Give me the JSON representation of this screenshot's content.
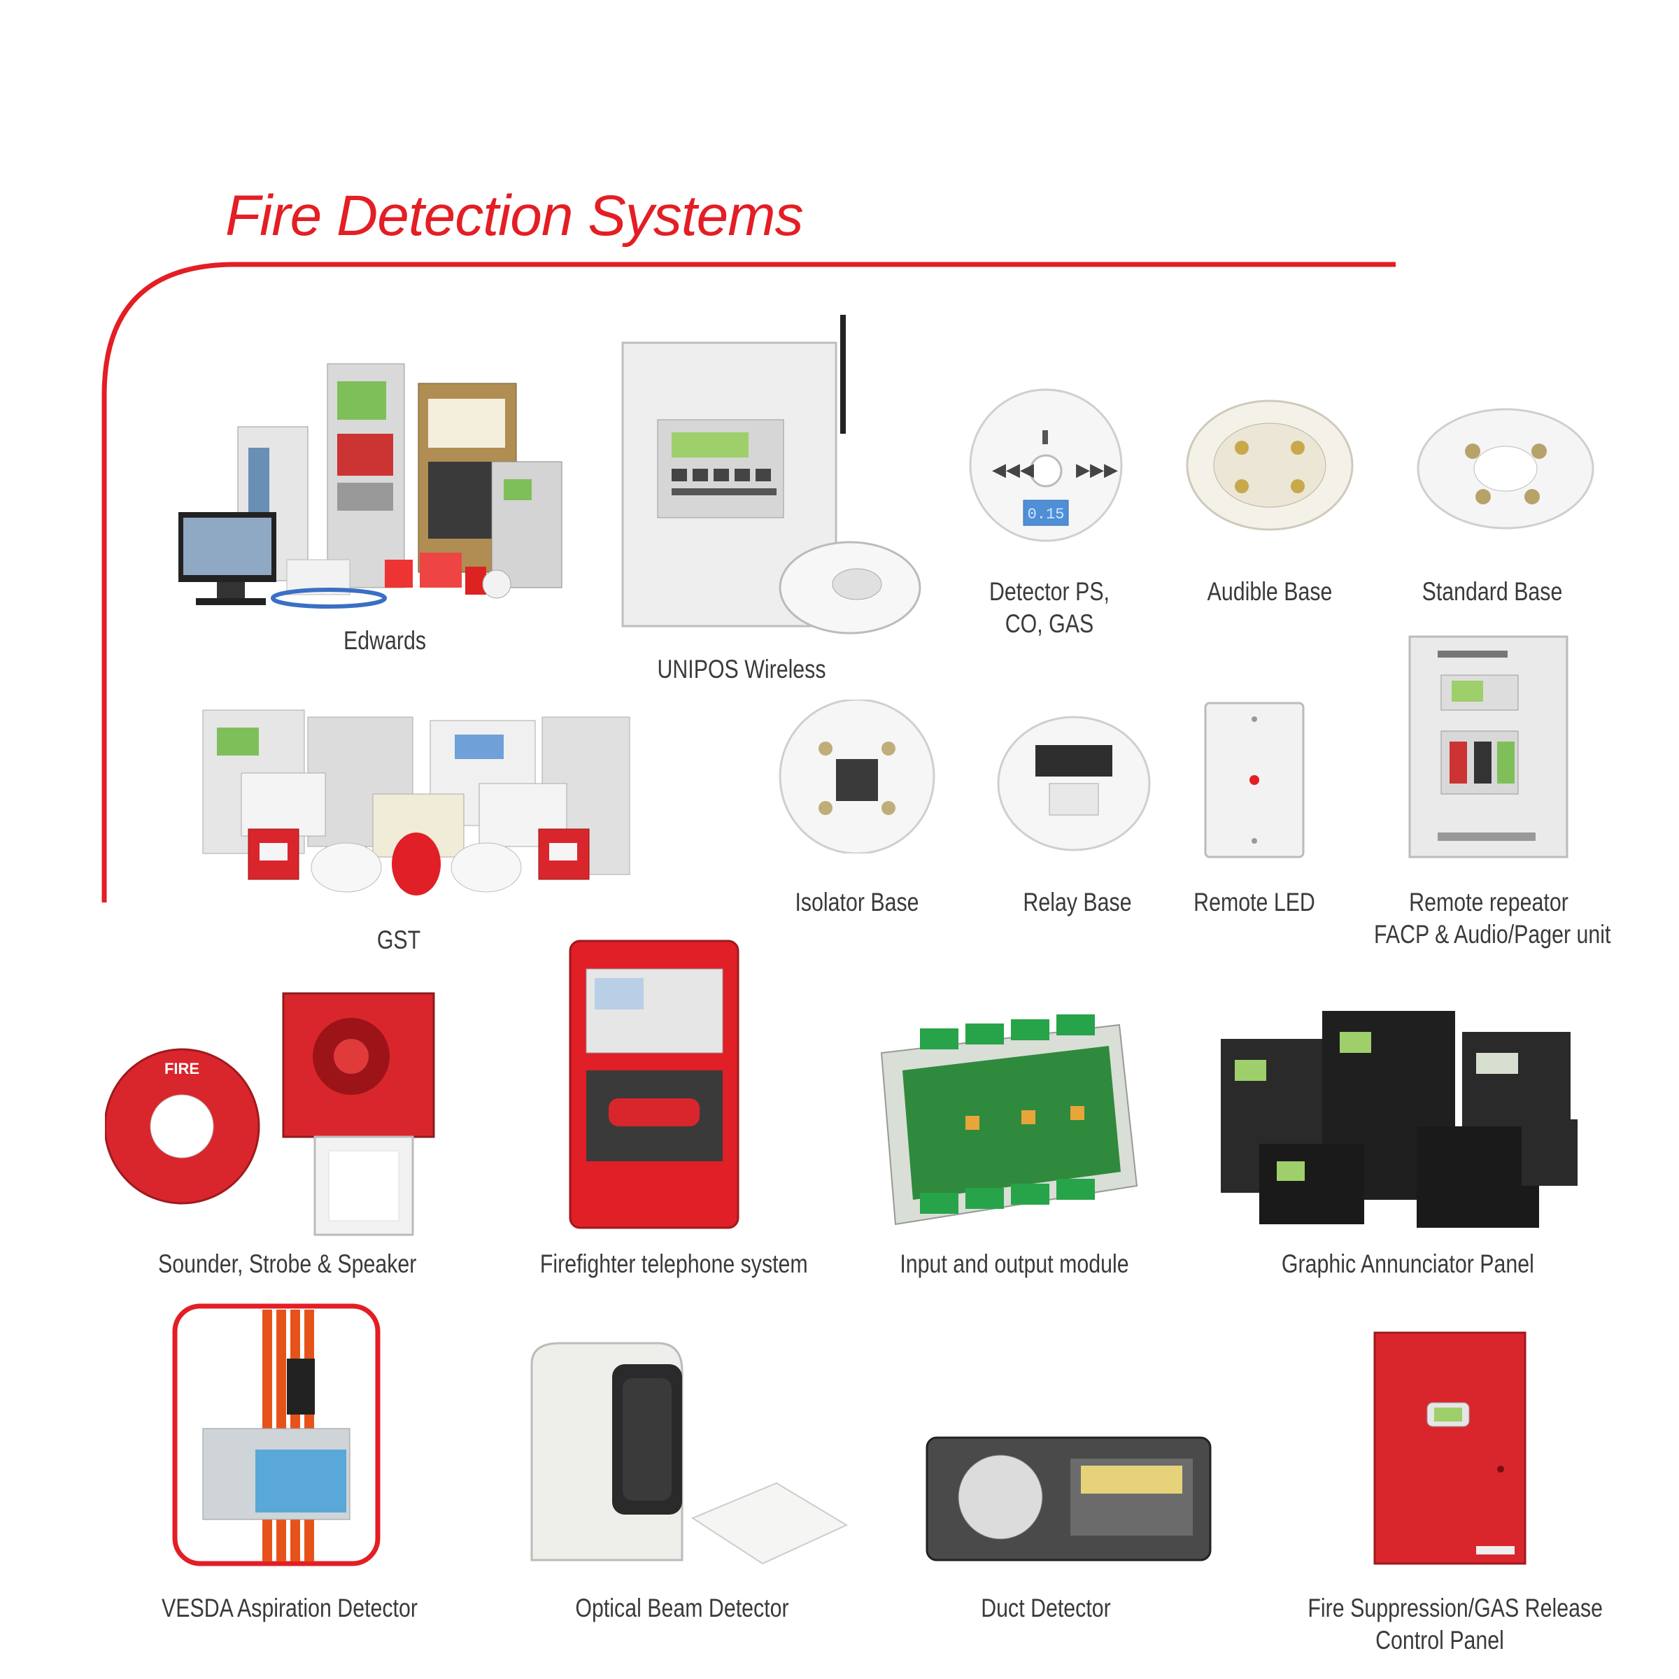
{
  "page": {
    "title": "Fire Detection Systems",
    "accent_color": "#e31e24"
  },
  "products": {
    "edwards": {
      "label": "Edwards",
      "icon": "fire-panel-collection-image"
    },
    "unipos": {
      "label": "UNIPOS Wireless",
      "icon": "wireless-panel-image"
    },
    "detector_ps": {
      "label_line1": "Detector PS,",
      "label_line2": "CO, GAS",
      "icon": "co-detector-image",
      "display": "0.15"
    },
    "audible_base": {
      "label": "Audible Base",
      "icon": "audible-base-image"
    },
    "standard_base": {
      "label": "Standard Base",
      "icon": "standard-base-image"
    },
    "gst": {
      "label": "GST",
      "icon": "gst-collection-image"
    },
    "isolator_base": {
      "label": "Isolator Base",
      "icon": "isolator-base-image"
    },
    "relay_base": {
      "label": "Relay Base",
      "icon": "relay-base-image"
    },
    "remote_led": {
      "label": "Remote LED",
      "icon": "remote-led-plate-image"
    },
    "remote_repeater": {
      "label_line1": "Remote repeator",
      "label_line2": "FACP & Audio/Pager unit",
      "icon": "repeater-panel-image"
    },
    "sounder": {
      "label": "Sounder, Strobe & Speaker",
      "icon": "sounder-strobe-image",
      "badge": "FIRE"
    },
    "firefighter_phone": {
      "label": "Firefighter telephone system",
      "icon": "red-telephone-panel-image"
    },
    "io_module": {
      "label": "Input and output module",
      "icon": "circuit-module-image"
    },
    "annunciator": {
      "label": "Graphic Annunciator Panel",
      "icon": "black-panels-image"
    },
    "vesda": {
      "label": "VESDA Aspiration Detector",
      "icon": "vesda-image"
    },
    "optical_beam": {
      "label": "Optical Beam Detector",
      "icon": "beam-detector-image"
    },
    "duct": {
      "label": "Duct Detector",
      "icon": "duct-detector-image"
    },
    "suppression": {
      "label_line1": "Fire Suppression/GAS Release",
      "label_line2": "Control Panel",
      "icon": "red-release-panel-image"
    }
  }
}
